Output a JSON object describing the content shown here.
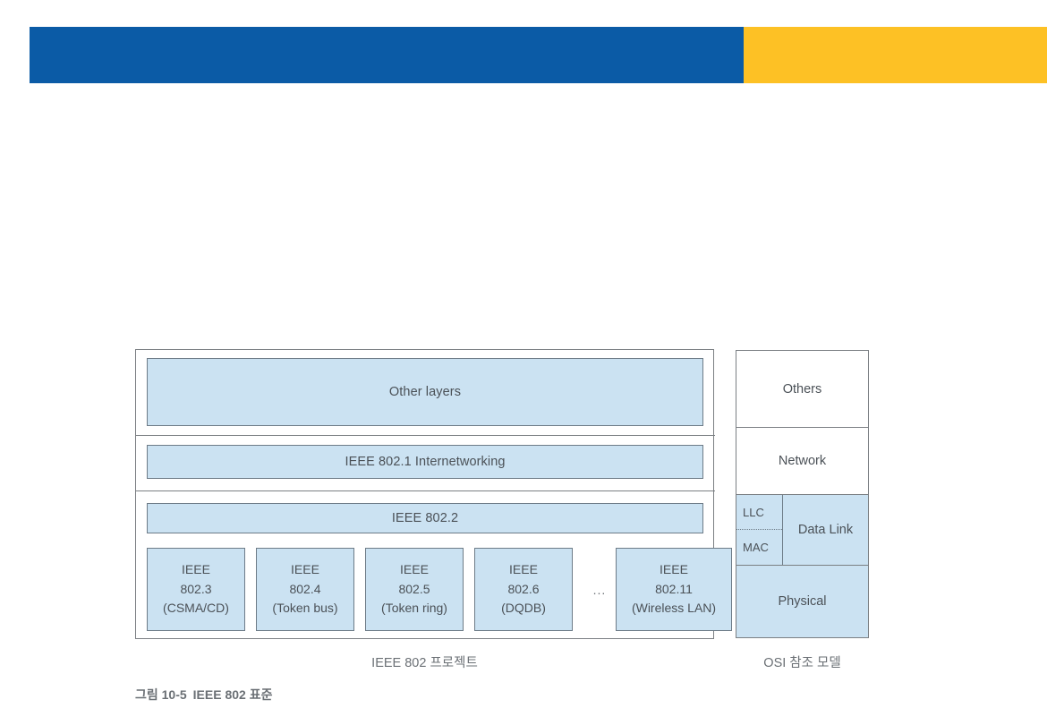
{
  "header": {
    "blue_color": "#0B5BA6",
    "yellow_color": "#FDC125"
  },
  "figure": {
    "caption_number": "그림 10-5",
    "caption_title": "IEEE 802 표준",
    "ieee_label": "IEEE 802 프로젝트",
    "osi_label": "OSI 참조 모델",
    "box_fill_color": "#CBE2F2",
    "box_border_color": "#6D7B87",
    "text_color": "#4B5157"
  },
  "ieee_stack": {
    "other_layers": "Other layers",
    "internetworking": "IEEE 802.1 Internetworking",
    "llc_standard": "IEEE 802.2",
    "ellipsis": "...",
    "standards": [
      {
        "org": "IEEE",
        "number": "802.3",
        "name": "(CSMA/CD)"
      },
      {
        "org": "IEEE",
        "number": "802.4",
        "name": "(Token bus)"
      },
      {
        "org": "IEEE",
        "number": "802.5",
        "name": "(Token ring)"
      },
      {
        "org": "IEEE",
        "number": "802.6",
        "name": "(DQDB)"
      },
      {
        "org": "IEEE",
        "number": "802.11",
        "name": "(Wireless LAN)"
      }
    ]
  },
  "osi_model": {
    "others": "Others",
    "network": "Network",
    "llc": "LLC",
    "mac": "MAC",
    "data_link": "Data Link",
    "physical": "Physical"
  }
}
